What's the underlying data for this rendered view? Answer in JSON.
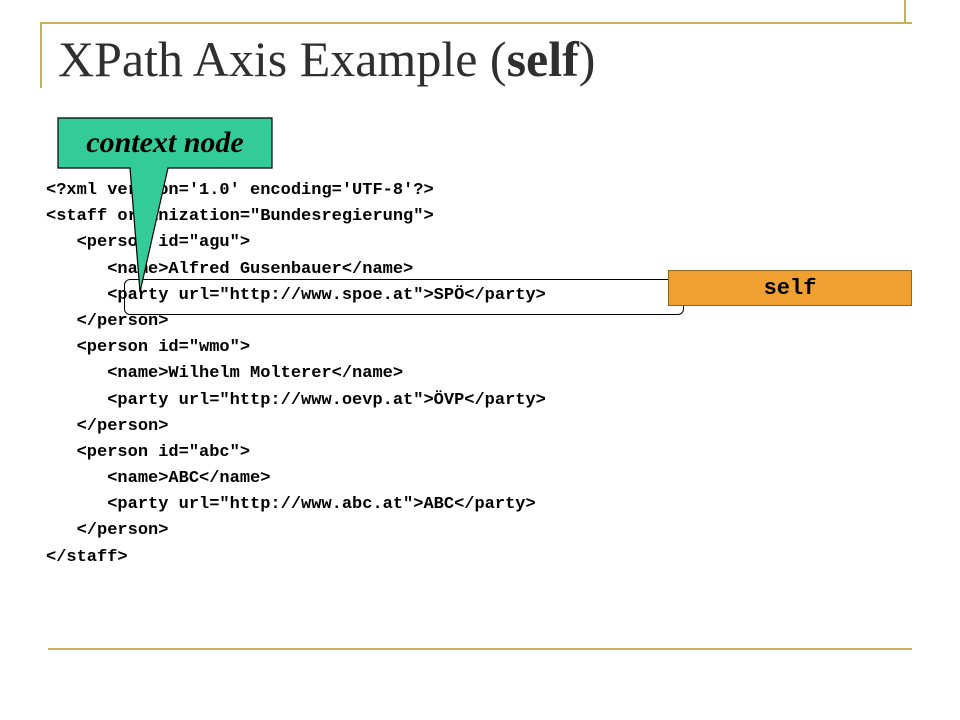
{
  "title": {
    "main": "XPath Axis Example (",
    "bold": "self",
    "end": ")"
  },
  "callout": {
    "label": "context node"
  },
  "axis_label": "self",
  "code_lines": [
    "<?xml version='1.0' encoding='UTF-8'?>",
    "<staff organization=\"Bundesregierung\">",
    "   <person id=\"agu\">",
    "      <name>Alfred Gusenbauer</name>",
    "      <party url=\"http://www.spoe.at\">SPÖ</party>",
    "   </person>",
    "   <person id=\"wmo\">",
    "      <name>Wilhelm Molterer</name>",
    "      <party url=\"http://www.oevp.at\">ÖVP</party>",
    "   </person>",
    "   <person id=\"abc\">",
    "      <name>ABC</name>",
    "      <party url=\"http://www.abc.at\">ABC</party>",
    "   </person>",
    "</staff>"
  ],
  "colors": {
    "accent_rule": "#c7b15a",
    "callout_fill": "#33cc99",
    "self_fill": "#f0a030"
  }
}
